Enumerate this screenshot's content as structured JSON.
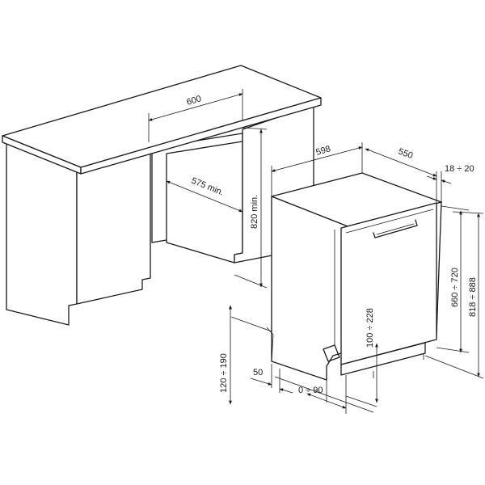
{
  "dimensions": {
    "cabinet_width": "600",
    "cabinet_depth_min": "575 min.",
    "cabinet_height_min": "820 min.",
    "appliance_width": "598",
    "appliance_depth": "550",
    "panel_thickness": "18 ÷ 20",
    "door_panel_height": "660 ÷ 720",
    "total_height": "818 ÷ 888",
    "plinth_height": "100 ÷ 228",
    "foot_height": "120 ÷ 190",
    "foot_offset": "50",
    "plinth_depth": "0 ÷ 90"
  }
}
